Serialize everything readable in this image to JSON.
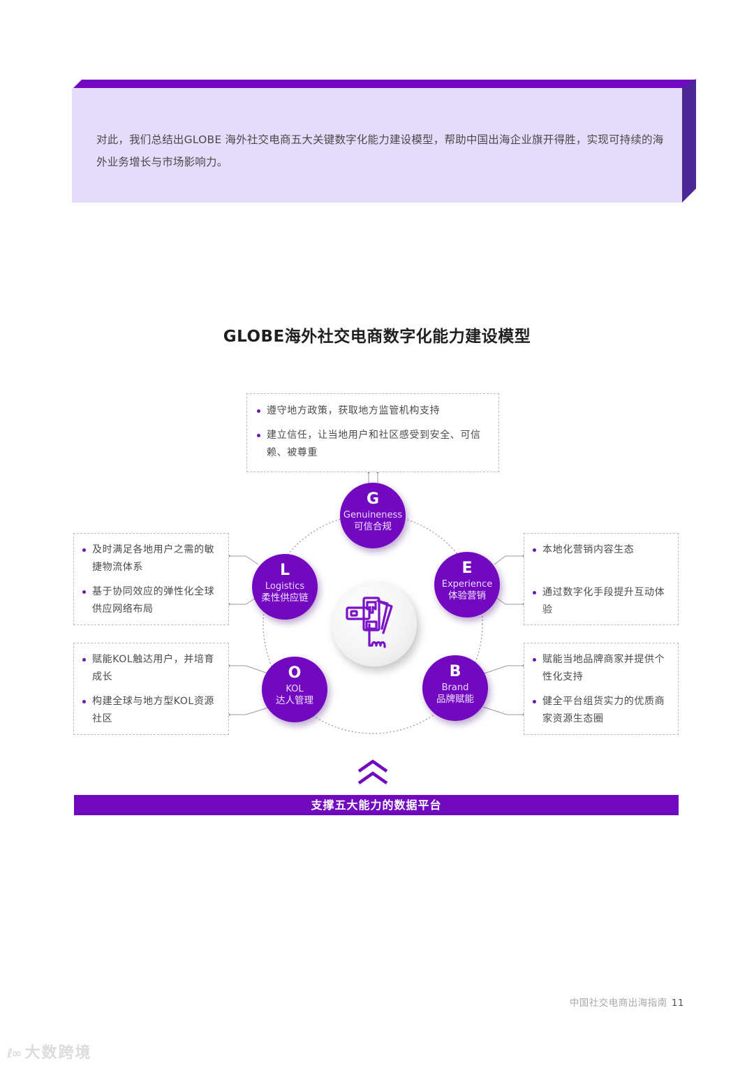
{
  "intro": {
    "text": "对此，我们总结出GLOBE 海外社交电商五大关键数字化能力建设模型，帮助中国出海企业旗开得胜，实现可持续的海外业务增长与市场影响力。",
    "box_color": "#e5dbfb",
    "top_edge_color": "#7208c0",
    "side_edge_color": "#4b2896"
  },
  "diagram": {
    "title": "GLOBE海外社交电商数字化能力建设模型",
    "accent_color": "#7208c0",
    "nodes": {
      "g": {
        "letter": "G",
        "en": "Genuineness",
        "zh": "可信合规"
      },
      "l": {
        "letter": "L",
        "en": "Logistics",
        "zh": "柔性供应链"
      },
      "e": {
        "letter": "E",
        "en": "Experience",
        "zh": "体验营销"
      },
      "o": {
        "letter": "O",
        "en": "KOL",
        "zh": "达人管理"
      },
      "b": {
        "letter": "B",
        "en": "Brand",
        "zh": "品牌赋能"
      }
    },
    "center_icon": "mobile-shopping-payment-icon",
    "boxes": {
      "g": [
        "遵守地方政策，获取地方监管机构支持",
        "建立信任，让当地用户和社区感受到安全、可信赖、被尊重"
      ],
      "l": [
        "及时满足各地用户之需的敏捷物流体系",
        "基于协同效应的弹性化全球供应网络布局"
      ],
      "e": [
        "本地化营销内容生态",
        "通过数字化手段提升互动体验"
      ],
      "o": [
        "赋能KOL触达用户，并培育成长",
        "构建全球与地方型KOL资源社区"
      ],
      "b": [
        "赋能当地品牌商家并提供个性化支持",
        "健全平台组货实力的优质商家资源生态圈"
      ]
    },
    "platform_label": "支撑五大能力的数据平台"
  },
  "footer": {
    "publication": "中国社交电商出海指南",
    "page_number": "11"
  },
  "watermark": {
    "logo": "ℓ∞",
    "text": "大数跨境"
  }
}
